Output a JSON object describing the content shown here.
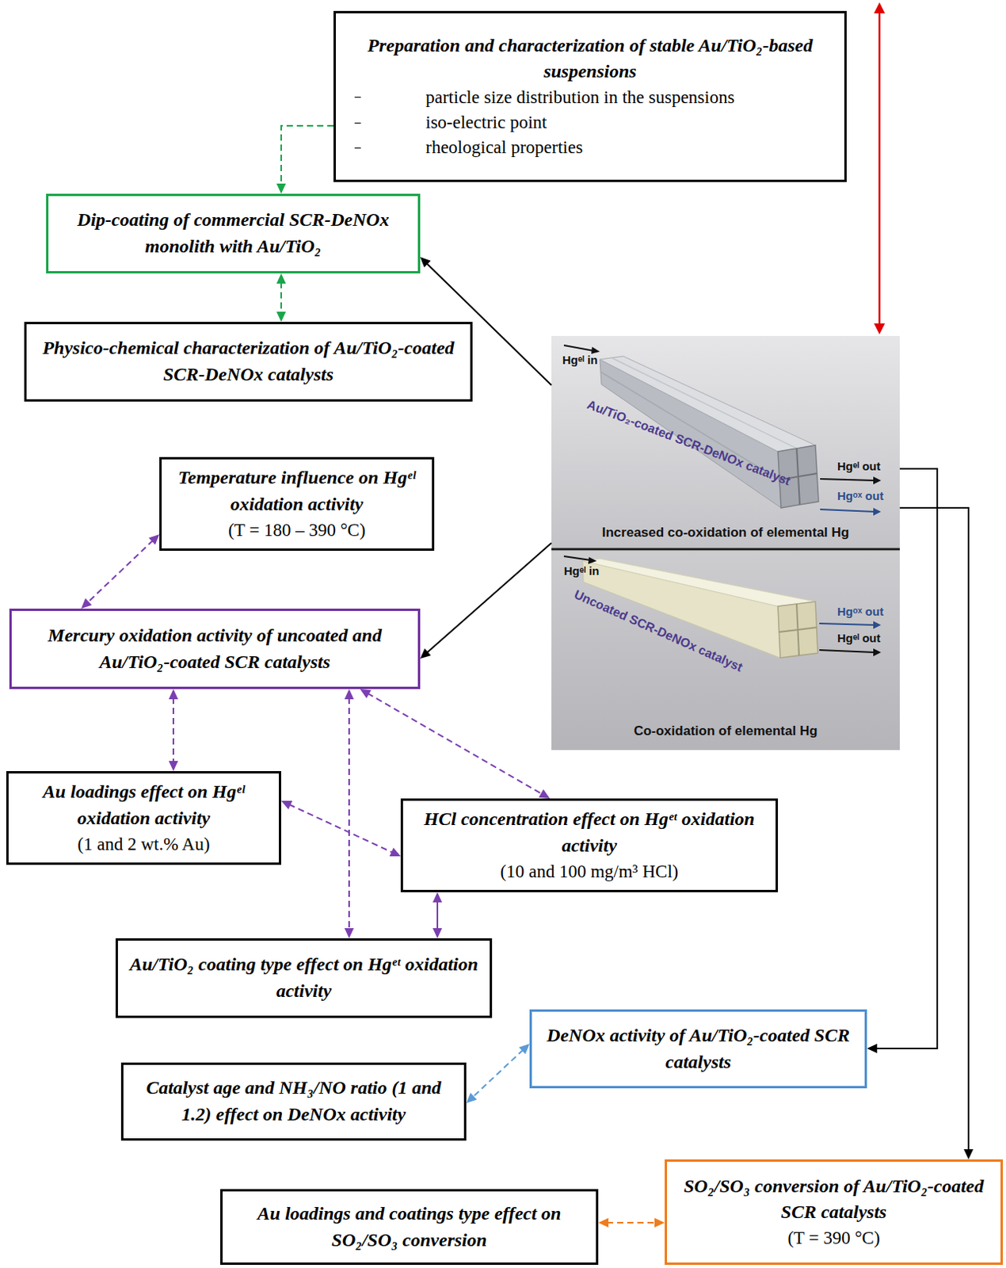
{
  "diagram": {
    "nodes": [
      {
        "text": [
          "Preparation and characterization of stable Au/TiO₂-based suspensions",
          "particle size distribution in the suspensions",
          "iso-electric point",
          "rheological properties"
        ]
      },
      {
        "text": [
          "Dip-coating of commercial SCR-DeNOx monolith with Au/TiO₂"
        ]
      },
      {
        "text": [
          "Physico-chemical characterization of Au/TiO₂-coated SCR-DeNOx catalysts"
        ]
      },
      {
        "text": [
          "Hgᵉˡ in",
          "Au/TiO₂-coated SCR-DeNOx catalyst",
          "Hgᵉˡ out",
          "Hgᵒˣ out",
          "Increased co-oxidation of elemental Hg"
        ]
      },
      {
        "text": [
          "Hgᵉˡ in",
          "Uncoated SCR-DeNOx catalyst",
          "Hgᵒˣ out",
          "Hgᵉˡ out",
          "Co-oxidation of elemental Hg"
        ]
      },
      {
        "text": [
          "Temperature influence on Hgᵉˡ oxidation activity",
          "(T = 180 – 390 °C)"
        ]
      },
      {
        "text": [
          "Mercury oxidation activity of uncoated and Au/TiO₂-coated SCR catalysts"
        ]
      },
      {
        "text": [
          "Au loadings effect on Hgᵉˡ oxidation activity",
          "(1 and 2 wt.% Au)"
        ]
      },
      {
        "text": [
          "HCl concentration effect on Hgᵉᵗ oxidation activity",
          "(10 and 100 mg/m³ HCl)"
        ]
      },
      {
        "text": [
          "Au/TiO₂ coating type effect on Hgᵉᵗ oxidation activity"
        ]
      },
      {
        "text": [
          "DeNOx activity of Au/TiO₂-coated SCR catalysts"
        ]
      },
      {
        "text": [
          "Catalyst age and NH₃/NO ratio (1 and 1.2) effect on DeNOx activity"
        ]
      },
      {
        "text": [
          "Au loadings and coatings type effect on SO₂/SO₃ conversion"
        ]
      },
      {
        "text": [
          "SO₂/SO₃ conversion of Au/TiO₂-coated SCR catalysts",
          "(T = 390 °C)"
        ]
      }
    ],
    "edges": [
      {
        "from": 0,
        "to": 1,
        "arrow": "to"
      },
      {
        "from": 1,
        "to": 2,
        "arrow": "both"
      },
      {
        "from": 3,
        "to": 1,
        "arrow": "to"
      },
      {
        "from": 3,
        "to": 6,
        "arrow": "to"
      },
      {
        "from": 3,
        "to": 10,
        "arrow": "to"
      },
      {
        "from": 3,
        "to": 13,
        "arrow": "to"
      },
      {
        "from": 5,
        "to": 6,
        "arrow": "both"
      },
      {
        "from": 6,
        "to": 7,
        "arrow": "both"
      },
      {
        "from": 6,
        "to": 8,
        "arrow": "both"
      },
      {
        "from": 6,
        "to": 9,
        "arrow": "both"
      },
      {
        "from": 7,
        "to": 8,
        "arrow": "both"
      },
      {
        "from": 8,
        "to": 9,
        "arrow": "both"
      },
      {
        "from": 10,
        "to": 11,
        "arrow": "both"
      },
      {
        "from": 12,
        "to": 13,
        "arrow": "both"
      }
    ]
  }
}
